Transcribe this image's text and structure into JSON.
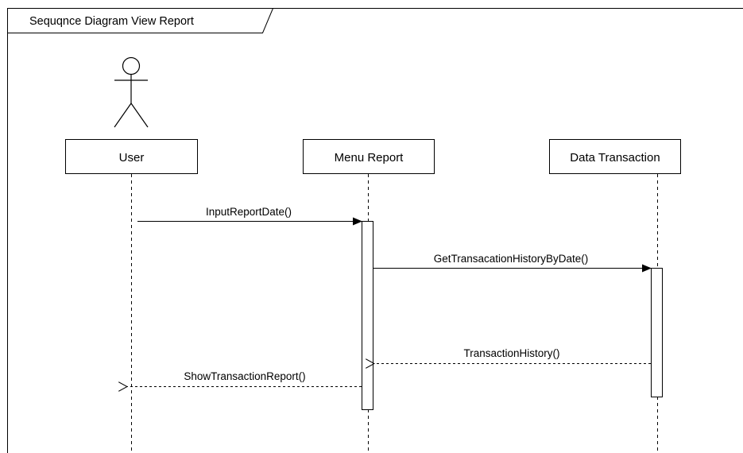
{
  "frame": {
    "title": "Sequqnce Diagram View Report"
  },
  "participants": {
    "user": {
      "label": "User",
      "kind": "actor"
    },
    "menu_report": {
      "label": "Menu Report"
    },
    "data_transaction": {
      "label": "Data Transaction"
    }
  },
  "messages": {
    "input_report_date": {
      "label": "InputReportDate()",
      "from": "User",
      "to": "Menu Report",
      "style": "synchronous"
    },
    "get_history": {
      "label": "GetTransacationHistoryByDate()",
      "from": "Menu Report",
      "to": "Data Transaction",
      "style": "synchronous"
    },
    "transaction_history": {
      "label": "TransactionHistory()",
      "from": "Data Transaction",
      "to": "Menu Report",
      "style": "return"
    },
    "show_report": {
      "label": "ShowTransactionReport()",
      "from": "Menu Report",
      "to": "User",
      "style": "return"
    }
  }
}
